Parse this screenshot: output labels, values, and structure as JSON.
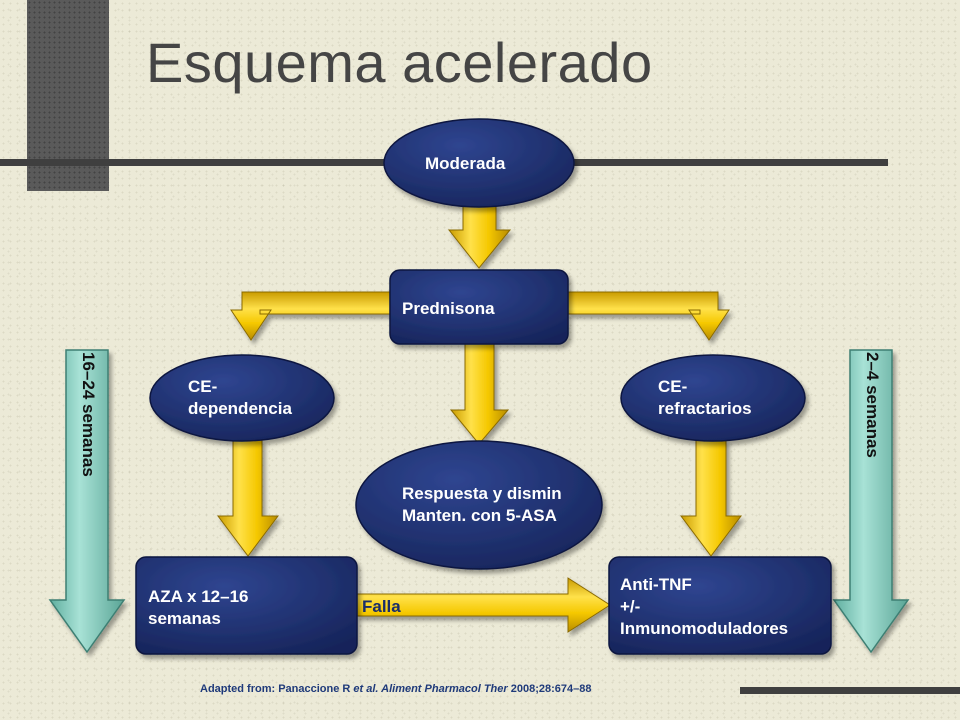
{
  "slide": {
    "title": "Esquema acelerado"
  },
  "nodes": {
    "moderada": "Moderada",
    "prednisona": "Prednisona",
    "ce_dependencia_line1": "CE-",
    "ce_dependencia_line2": "dependencia",
    "ce_refractarios_line1": "CE-",
    "ce_refractarios_line2": "refractarios",
    "respuesta_line1": "Respuesta y dismin",
    "respuesta_line2": "Manten. con 5-ASA",
    "aza_line1": "AZA x 12–16",
    "aza_line2": "semanas",
    "antitnf_line1": "Anti-TNF",
    "antitnf_line2": "+/-",
    "antitnf_line3": "Inmunomoduladores"
  },
  "edges": {
    "falla_label": "Falla"
  },
  "side_labels": {
    "left": "16–24 semanas",
    "right": "2–4 semanas"
  },
  "citation": {
    "prefix": "Adapted from: Panaccione R ",
    "italic1": "et al. Aliment Pharmacol Ther ",
    "suffix": "2008;28:674–88"
  },
  "colors": {
    "node_fill": "#1f3070",
    "arrow_yellow": "#f2c300",
    "arrow_teal": "#7fcbbd",
    "background": "#ecead7"
  }
}
